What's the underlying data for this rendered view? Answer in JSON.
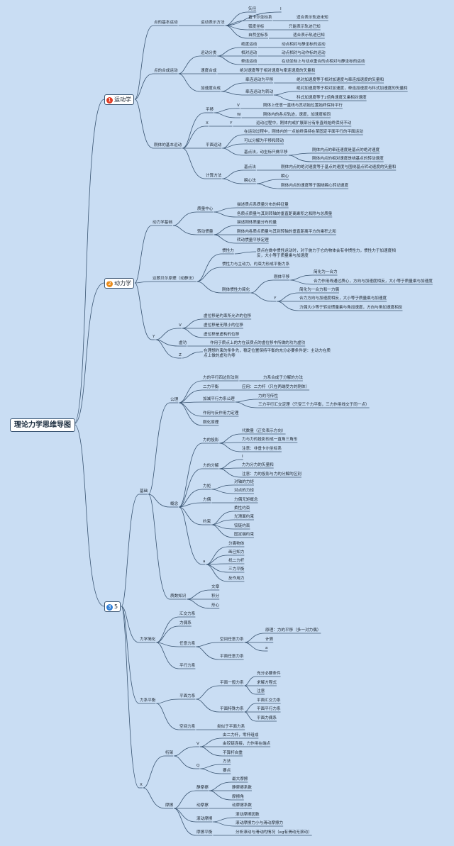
{
  "root": {
    "title": "理论力学思维导图"
  },
  "branches": [
    {
      "badge": "1",
      "badge_color": "#e03b24",
      "label": "运动学"
    },
    {
      "badge": "2",
      "badge_color": "#e98b1b",
      "label": "动力学"
    },
    {
      "badge": "3",
      "badge_color": "#2f7fd8",
      "label": "5"
    }
  ],
  "nodes": [
    "点的基本运动",
    "运动表示方法",
    "矢径",
    "I",
    "直卡尔坐标系",
    "适合表示轨迹未知",
    "弧度坐标",
    "只能表示轨迹已知",
    "自然坐标系",
    "适合表示轨迹已知",
    "点的合成运动",
    "运动分类",
    "绝度运动",
    "动点相对与静坐标的运动",
    "相对运动",
    "动点相对与动作标的运动",
    "牵连运动",
    "在动坐标上与动点重合的点相对与静坐标的运动",
    "速度合成",
    "绝对速度等于相对速度与牵连速度的矢量和",
    "加速度合成",
    "牵连运动为平移",
    "绝对加速度等于相对加速度与牵连加速度的矢量和",
    "牵连运动为转动",
    "绝对加速度等于相对加速度，牵连加速度与科式加速度的矢量和",
    "科式加速度等于2倍角速度叉乘相对速度",
    "刚体的基本运动",
    "平移",
    "V",
    "刚体上任意一直线与其初始位置始终保持平行",
    "W",
    "刚体内的各点轨迹，速度，加速度相同",
    "X",
    "Y",
    "运动过程中，刚体内或扩展部分有条直线始终保持不动",
    "平面运动",
    "在运动过程中，刚体内的一点始终保持在某固定平面平行的平面运动",
    "可以分解为平移和转动",
    "基点法，动坐标只做平移",
    "刚体内点的牵连速度是基点的绝对速度",
    "刚体内点的相对速度是绕基点的转动速度",
    "计算方法",
    "基点法",
    "刚体内点的绝对速度等于基点的速度与围绕基点转动速度的矢量和",
    "瞬心法",
    "瞬心",
    "刚体内点的速度等于围绕瞬心转动速度",
    "动力学基础",
    "质量中心",
    "描述质点系质量分布的特征量",
    "各质点质量与其到转轴的垂直距离乘积之和除与总质量",
    "转动惯量",
    "描述刚体质量分布的量",
    "刚体内各质点质量与其到转轴的垂直距离平方的乘积之和",
    "转动惯量平移定理",
    "达朗贝尔原理（动静法）",
    "惯性力",
    "质点在做非惯性运动时，对于施力于它的物体会有非惯性力，惯性力于加速度相反，大小等于质量乘与加速度",
    "惯性力与主动力，约束力形成平衡力系",
    "刚体惯性力简化",
    "刚体平移",
    "简化为一合力",
    "合力作用线通过质心，方向与加速度相反，大小等于质量乘与加速度",
    "Y",
    "简化为一合力和一力偶",
    "合力方向与加速度相反，大小等于质量乘与加速度",
    "力偶大小等于转动惯量乘与角加速度，方向与角加速度相反",
    "Y",
    "V",
    "虚位移是约束所允许的位移",
    "虚位移是无限小的位移",
    "虚位移是虚构的位移",
    "虚功",
    "作用于质点上的力在该质点的虚位移中所做的功为虚功",
    "Z",
    "在理想约束的条件先，稳定位置保持平衡的充分必要条件是：主动力在质点上做的虚功为零",
    "基础",
    "公理",
    "力的平行四边形法则",
    "力系合成于分解的方法",
    "二力平衡",
    "应用：二力杆（只在两端受力的刚体）",
    "加减平行力系公理",
    "力的可传性",
    "三力平行汇交定理（只受三个力平衡，三力作用线交于同一点）",
    "作用与反作用力定理",
    "刚化原理",
    "概念",
    "力的投影",
    "代数量（正负表示方向）",
    "力与力的投影形成一直角三角形",
    "注意：非垂卡尔坐标系",
    "力的分解",
    "I",
    "力为分力的矢量和",
    "注意：力的投影与力的分解的区别",
    "力矩",
    "对轴的力矩",
    "对点的力矩",
    "力偶",
    "力偶无矩概念",
    "约束",
    "柔性约束",
    "光滑面约束",
    "铰链约束",
    "固定端约束",
    "a",
    "分离物体",
    "画已知力",
    "找二力杆",
    "三力平衡",
    "反作用力",
    "质数知识",
    "文章",
    "积分",
    "形心",
    "力学简化",
    "汇交力系",
    "力偶系",
    "任意力系",
    "空间任意力系",
    "原理：力的平移（多一对力偶）",
    "计算",
    "a",
    "平面任意力系",
    "平行力系",
    "力系平衡",
    "平面力系",
    "平面一般力系",
    "充分必要条件",
    "求解方程式",
    "注意",
    "平面特殊力系",
    "平面汇交力系",
    "平面平行力系",
    "平面力偶系",
    "空间力系",
    "类似于平面力系",
    "X",
    "桁架",
    "V",
    "由二力杆，零杆组成",
    "由铰链连接，力作用在端点",
    "不算杆自重",
    "Q",
    "方法",
    "要点",
    "摩擦",
    "静摩擦",
    "最大摩擦",
    "静摩擦系数",
    "摩擦角",
    "动摩擦",
    "动摩擦系数",
    "滚动摩擦",
    "滚动摩擦因数",
    "滚动摩擦力小与滑动摩擦力",
    "摩擦平衡",
    "分析滚动与滑动的情况（eg有滑动无滚动）"
  ]
}
